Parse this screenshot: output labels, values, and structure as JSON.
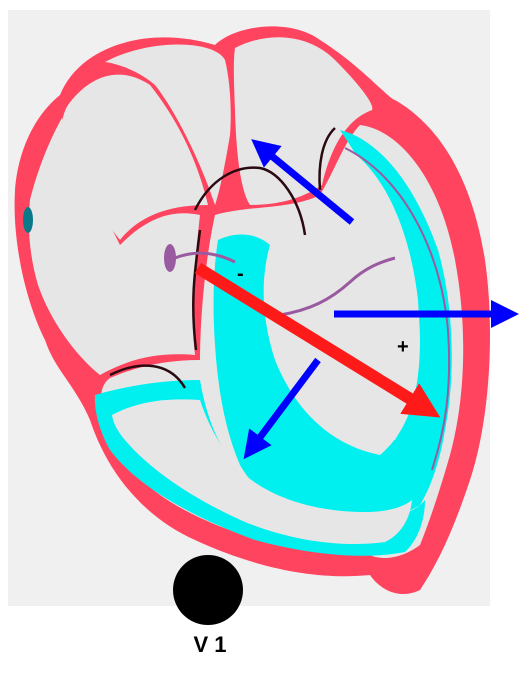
{
  "labels": {
    "negative_sign": "-",
    "positive_sign": "+",
    "lead": "V 1"
  },
  "colors": {
    "background_panel": "#f0f0f0",
    "heart_outline": "#ff4460",
    "chamber_fill": "#e6e6e6",
    "depolarized_region": "#00f0f0",
    "depolarized_inner": "#5fd8dc",
    "main_vector": "#ff1a1a",
    "component_vectors": "#0000ff",
    "electrode": "#000000",
    "conduction_fiber": "#9a5aa0",
    "node": "#0a7a8a"
  },
  "icons": {
    "electrode": "electrode-icon",
    "main_vector": "net-vector-arrow",
    "component_vectors": "component-vector-arrows"
  }
}
